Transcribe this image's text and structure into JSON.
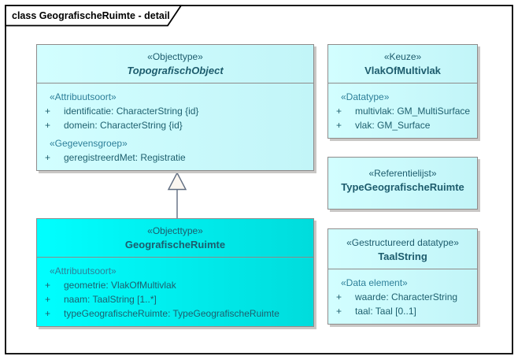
{
  "frame": {
    "title": "class GeografischeRuimte - detail"
  },
  "colors": {
    "class_fill_light": "#ccfbfe",
    "class_fill_accent": "#00f2f2",
    "box_border": "#8f8b8a",
    "box_shadow": "#c9c7c5",
    "text_primary": "#1d5c6d",
    "stereotype_text": "#2d7f99",
    "connector": "#5f6c80",
    "frame_border": "#000000"
  },
  "classes": [
    {
      "stereotype": "«Objecttype»",
      "name": "TopografischObject",
      "abstract": true,
      "sections": [
        {
          "stereotype": "«Attribuutsoort»",
          "attributes": [
            {
              "visibility": "+",
              "text": "identificatie: CharacterString {id}"
            },
            {
              "visibility": "+",
              "text": "domein: CharacterString {id}"
            }
          ]
        },
        {
          "stereotype": "«Gegevensgroep»",
          "attributes": [
            {
              "visibility": "+",
              "text": "geregistreerdMet: Registratie"
            }
          ]
        }
      ]
    },
    {
      "stereotype": "«Objecttype»",
      "name": "GeografischeRuimte",
      "abstract": false,
      "sections": [
        {
          "stereotype": "«Attribuutsoort»",
          "attributes": [
            {
              "visibility": "+",
              "text": "geometrie: VlakOfMultivlak"
            },
            {
              "visibility": "+",
              "text": "naam: TaalString [1..*]"
            },
            {
              "visibility": "+",
              "text": "typeGeografischeRuimte: TypeGeografischeRuimte"
            }
          ]
        }
      ]
    },
    {
      "stereotype": "«Keuze»",
      "name": "VlakOfMultivlak",
      "abstract": false,
      "sections": [
        {
          "stereotype": "«Datatype»",
          "attributes": [
            {
              "visibility": "+",
              "text": "multivlak: GM_MultiSurface"
            },
            {
              "visibility": "+",
              "text": "vlak: GM_Surface"
            }
          ]
        }
      ]
    },
    {
      "stereotype": "«Referentielijst»",
      "name": "TypeGeografischeRuimte",
      "abstract": false,
      "sections": []
    },
    {
      "stereotype": "«Gestructureerd datatype»",
      "name": "TaalString",
      "abstract": false,
      "sections": [
        {
          "stereotype": "«Data element»",
          "attributes": [
            {
              "visibility": "+",
              "text": "waarde: CharacterString"
            },
            {
              "visibility": "+",
              "text": "taal: Taal [0..1]"
            }
          ]
        }
      ]
    }
  ],
  "relations": [
    {
      "type": "generalization",
      "from": "GeografischeRuimte",
      "to": "TopografischObject"
    }
  ]
}
